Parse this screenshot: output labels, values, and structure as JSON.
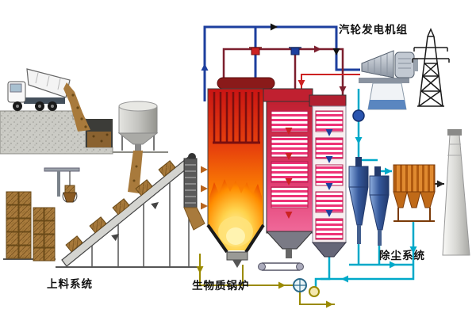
{
  "diagram": {
    "labels": {
      "turbine_unit": "汽轮发电机组",
      "feeding_system": "上料系统",
      "biomass_boiler": "生物质锅炉",
      "dust_removal": "除尘系统"
    },
    "components": [
      "dump-truck",
      "receiving-pit",
      "storage-silo",
      "straw-bale-stacks",
      "grab-crane",
      "inclined-belt-conveyor",
      "feed-chute",
      "furnace",
      "steam-drum",
      "second-pass",
      "superheater-tube-banks",
      "economizer-stack",
      "steam-turbine",
      "generator",
      "condenser",
      "feed-pump",
      "transmission-tower",
      "cyclone-separators",
      "bag-filter-dust-collector",
      "chimney",
      "induced-draft-fans",
      "ash-conveyor"
    ],
    "colors": {
      "steam_pipe": "#1d3f9e",
      "hot_water_pipe": "#7c1f2e",
      "feedwater_pipe": "#cc2222",
      "flue_gas_pipe": "#00a9c9",
      "air_pipe": "#9a8a00",
      "furnace_top": "#c91414",
      "furnace_bottom": "#ffa400",
      "flame": "#ffd34d",
      "tube_bank": "#ee3377",
      "cyclone": "#35589b",
      "filter": "#d3761c",
      "bale": "#a87a3c",
      "concrete": "#cbcbc5"
    }
  }
}
